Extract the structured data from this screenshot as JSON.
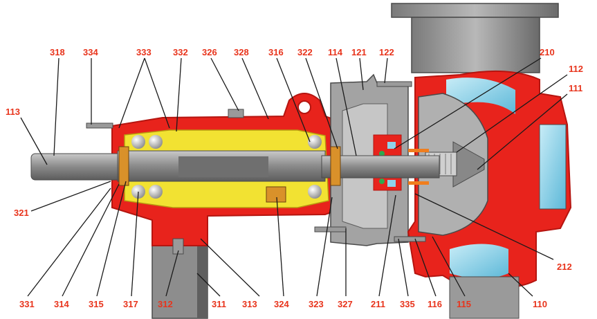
{
  "labels": {
    "l318": "318",
    "l334": "334",
    "l333": "333",
    "l332": "332",
    "l326": "326",
    "l328": "328",
    "l316": "316",
    "l322": "322",
    "l114": "114",
    "l121": "121",
    "l122": "122",
    "l210": "210",
    "l112": "112",
    "l111": "111",
    "l113": "113",
    "l321": "321",
    "l212": "212",
    "l110": "110",
    "l331": "331",
    "l314": "314",
    "l315": "315",
    "l317": "317",
    "l312": "312",
    "l311": "311",
    "l313": "313",
    "l324": "324",
    "l323": "323",
    "l327": "327",
    "l211": "211",
    "l335": "335",
    "l116": "116",
    "l115": "115"
  },
  "colors": {
    "casing": "#e8231c",
    "casing_dark": "#b51510",
    "steel": "#9a9a9a",
    "steel_dark": "#5d5d5d",
    "oil": "#f2e232",
    "water": "#8fd3ea",
    "label": "#e8341c",
    "gold": "#d9912a",
    "orange": "#f07e1e"
  }
}
